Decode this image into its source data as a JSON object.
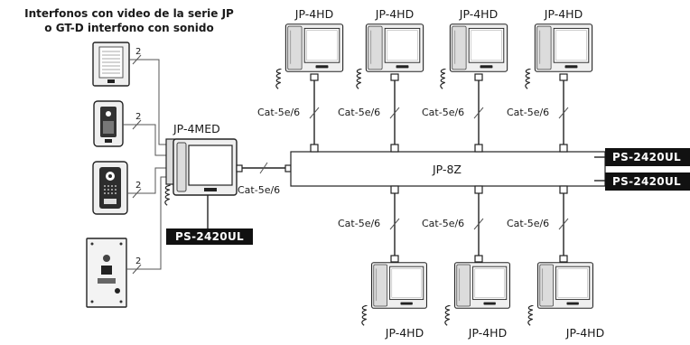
{
  "title_line1": "Interfonos con video de la serie JP",
  "title_line2": "o GT-D interfono con sonido",
  "colors": {
    "line": "#222222",
    "device_body": "#efefef",
    "screen": "#ffffff",
    "power_label_bg": "#111111",
    "power_label_text": "#ffffff"
  },
  "door_stations": [
    {
      "wire_count": "2"
    },
    {
      "wire_count": "2"
    },
    {
      "wire_count": "2"
    },
    {
      "wire_count": "2"
    }
  ],
  "master": {
    "label": "JP-4MED",
    "cable": "Cat-5e/6"
  },
  "hub": {
    "label": "JP-8Z"
  },
  "power_supplies": [
    {
      "label": "PS-2420UL"
    },
    {
      "label": "PS-2420UL"
    },
    {
      "label": "PS-2420UL"
    }
  ],
  "top_monitors": [
    {
      "label": "JP-4HD",
      "cable": "Cat-5e/6"
    },
    {
      "label": "JP-4HD",
      "cable": "Cat-5e/6"
    },
    {
      "label": "JP-4HD",
      "cable": "Cat-5e/6"
    },
    {
      "label": "JP-4HD",
      "cable": "Cat-5e/6"
    }
  ],
  "bottom_monitors": [
    {
      "label": "JP-4HD",
      "cable": "Cat-5e/6"
    },
    {
      "label": "JP-4HD",
      "cable": "Cat-5e/6"
    },
    {
      "label": "JP-4HD",
      "cable": "Cat-5e/6"
    }
  ]
}
